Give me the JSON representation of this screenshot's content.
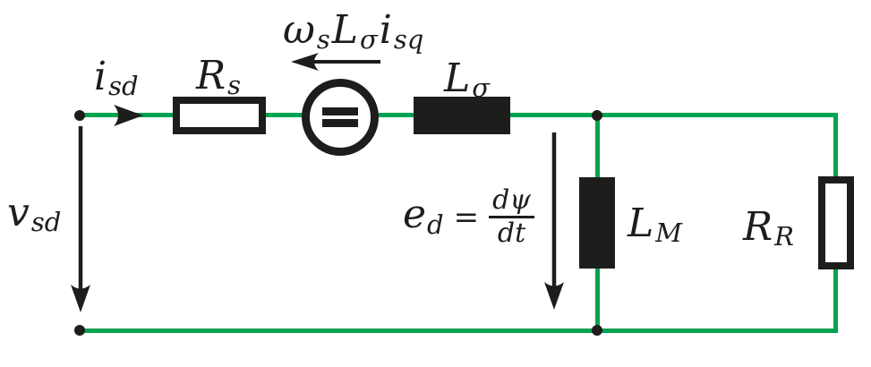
{
  "diagram": {
    "kind": "equivalent-circuit-schematic",
    "colors": {
      "wire_green": "#00A350",
      "ink": "#1d1d1b",
      "background": "#ffffff"
    },
    "labels": {
      "stator_current": {
        "base": "i",
        "sub": "sd"
      },
      "stator_resistance": {
        "base": "R",
        "sub": "s"
      },
      "source_emf_term": {
        "part1_base": "ω",
        "part1_sub": "s",
        "part2_base": "L",
        "part2_sub": "σ",
        "part3_base": "i",
        "part3_sub": "sq"
      },
      "leakage_inductance": {
        "base": "L",
        "sub": "σ"
      },
      "stator_voltage": {
        "base": "v",
        "sub": "sd"
      },
      "emf_equation": {
        "base": "e",
        "sub": "d",
        "equals": "=",
        "numerator": "dψ",
        "denominator": "dt"
      },
      "magnetizing_inductance": {
        "base": "L",
        "sub": "M"
      },
      "rotor_resistance": {
        "base": "R",
        "sub": "R"
      }
    }
  }
}
